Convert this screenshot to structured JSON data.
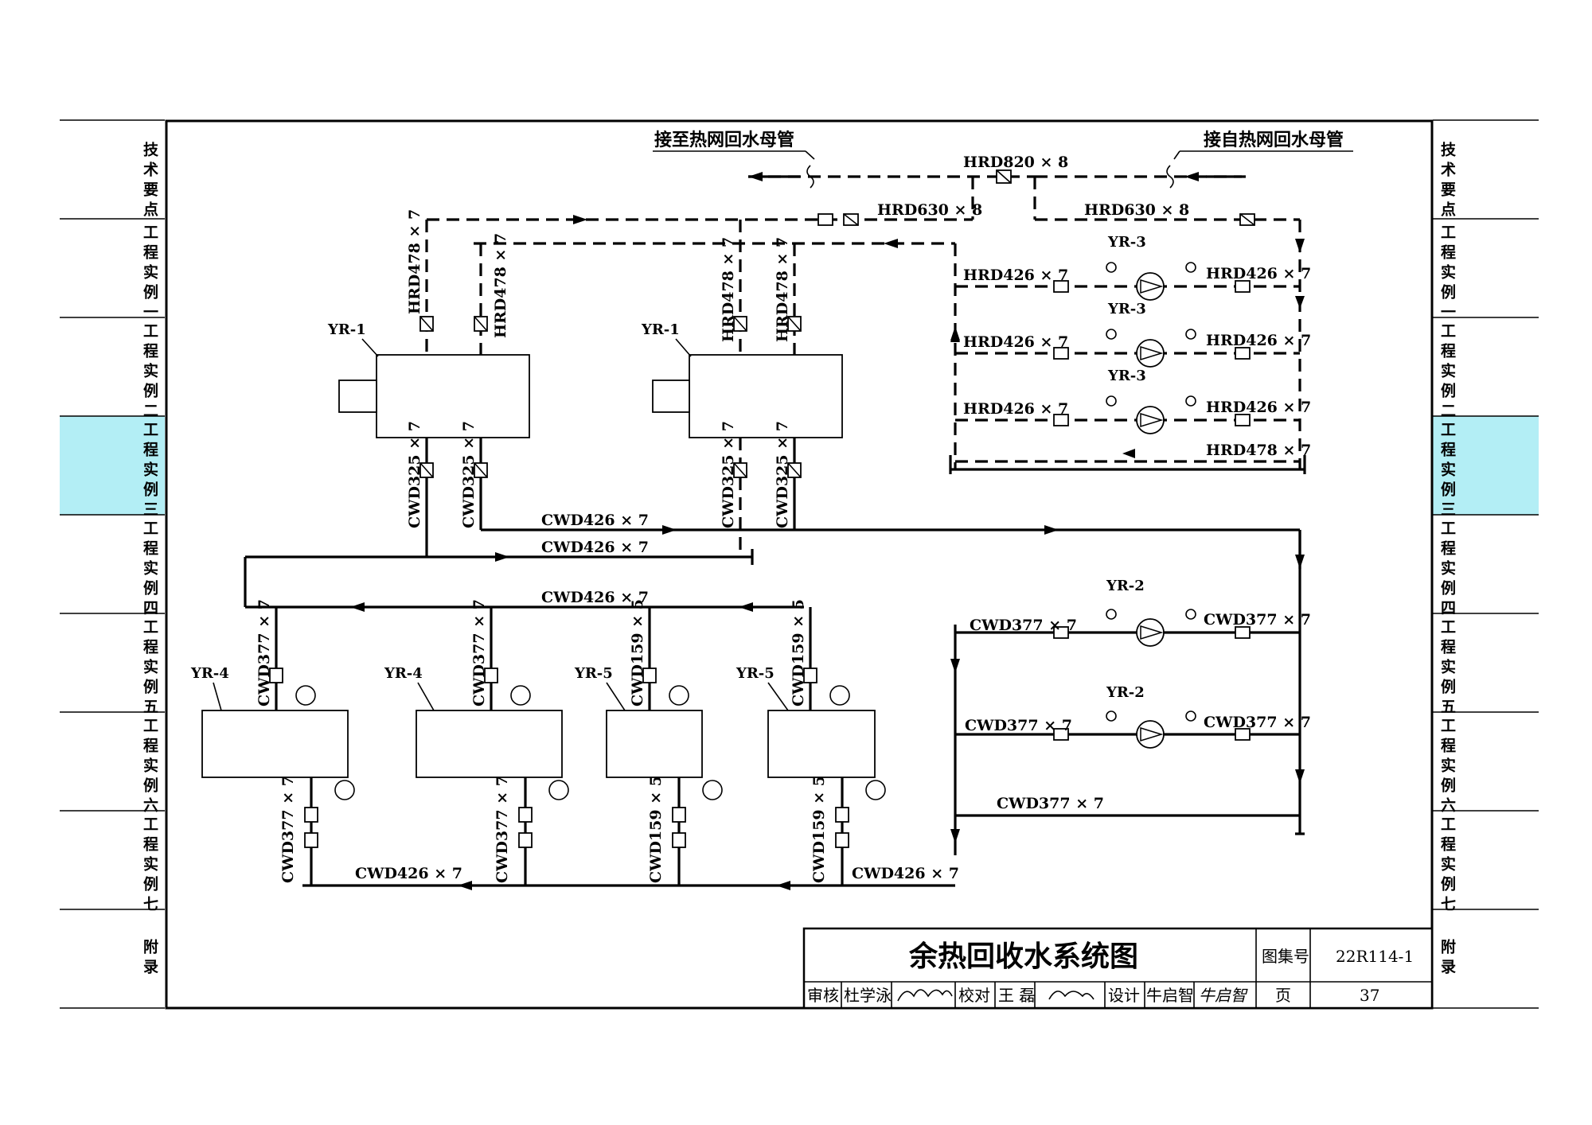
{
  "drawing": {
    "title": "余热回收水系统图",
    "atlas_label": "图集号",
    "atlas_number": "22R114-1",
    "page_label": "页",
    "page_number": "37",
    "review_label": "审核",
    "reviewer": "杜学泳",
    "check_label": "校对",
    "checker": "王 磊",
    "design_label": "设计",
    "designer": "牛启智",
    "designer_signature": "牛启智"
  },
  "side_tabs": [
    {
      "label": "技术要点",
      "active": false
    },
    {
      "label": "工程实例一",
      "active": false
    },
    {
      "label": "工程实例二",
      "active": false
    },
    {
      "label": "工程实例三",
      "active": true
    },
    {
      "label": "工程实例四",
      "active": false
    },
    {
      "label": "工程实例五",
      "active": false
    },
    {
      "label": "工程实例六",
      "active": false
    },
    {
      "label": "工程实例七",
      "active": false
    },
    {
      "label": "附录",
      "active": false
    }
  ],
  "annotations": {
    "to_mains": "接至热网回水母管",
    "from_mains": "接自热网回水母管"
  },
  "equipment": {
    "yr1": "YR-1",
    "yr2": "YR-2",
    "yr3": "YR-3",
    "yr4": "YR-4",
    "yr5": "YR-5"
  },
  "pipe_labels": {
    "hr820": "HRD820 × 8",
    "hr630": "HRD630 × 8",
    "hr478": "HRD478 × 7",
    "hr426": "HRD426 × 7",
    "cw325": "CWD325 × 7",
    "cw426": "CWD426 × 7",
    "cw377": "CWD377 × 7",
    "cw159": "CWD159 × 5"
  }
}
